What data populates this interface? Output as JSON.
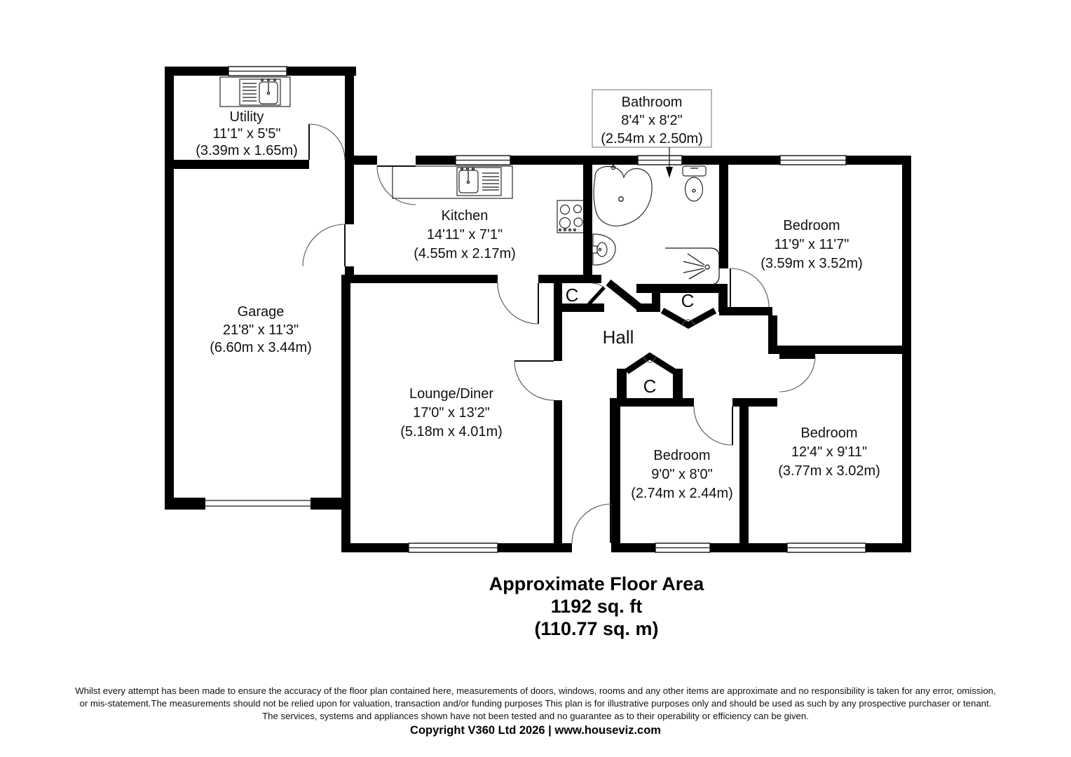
{
  "plan": {
    "rooms": {
      "utility": {
        "name": "Utility",
        "dims": "11'1\" x 5'5\"",
        "metric": "(3.39m x 1.65m)"
      },
      "garage": {
        "name": "Garage",
        "dims": "21'8\" x 11'3\"",
        "metric": "(6.60m x 3.44m)"
      },
      "kitchen": {
        "name": "Kitchen",
        "dims": "14'11\" x 7'1\"",
        "metric": "(4.55m x 2.17m)"
      },
      "bathroom": {
        "name": "Bathroom",
        "dims": "8'4\" x 8'2\"",
        "metric": "(2.54m x 2.50m)"
      },
      "bedroom_top": {
        "name": "Bedroom",
        "dims": "11'9\" x 11'7\"",
        "metric": "(3.59m x 3.52m)"
      },
      "lounge": {
        "name": "Lounge/Diner",
        "dims": "17'0\" x 13'2\"",
        "metric": "(5.18m x 4.01m)"
      },
      "hall": {
        "name": "Hall"
      },
      "bedroom_small": {
        "name": "Bedroom",
        "dims": "9'0\" x 8'0\"",
        "metric": "(2.74m x 2.44m)"
      },
      "bedroom_bottom": {
        "name": "Bedroom",
        "dims": "12'4\" x 9'11\"",
        "metric": "(3.77m x 3.02m)"
      }
    },
    "closets": {
      "left": "C",
      "middle": "C",
      "bottom": "C"
    },
    "wall_color": "#000000"
  },
  "floor_area": {
    "line1": "Approximate Floor Area",
    "line2": "1192 sq. ft",
    "line3": "(110.77 sq. m)"
  },
  "footer": {
    "disclaimer1": "Whilst every attempt has been made to ensure the accuracy of the floor plan contained here, measurements of doors, windows, rooms and any other items are approximate and no responsibility is taken for any error, omission,",
    "disclaimer2": "or mis-statement.The measurements should not be relied upon for valuation, transaction and/or funding purposes This plan is for illustrative purposes only and should be used as such by any prospective purchaser or tenant.",
    "disclaimer3": "The services, systems and appliances shown have not been tested and no guarantee as to their operability or efficiency can be given.",
    "copyright": "Copyright V360 Ltd 2026 | www.houseviz.com"
  }
}
